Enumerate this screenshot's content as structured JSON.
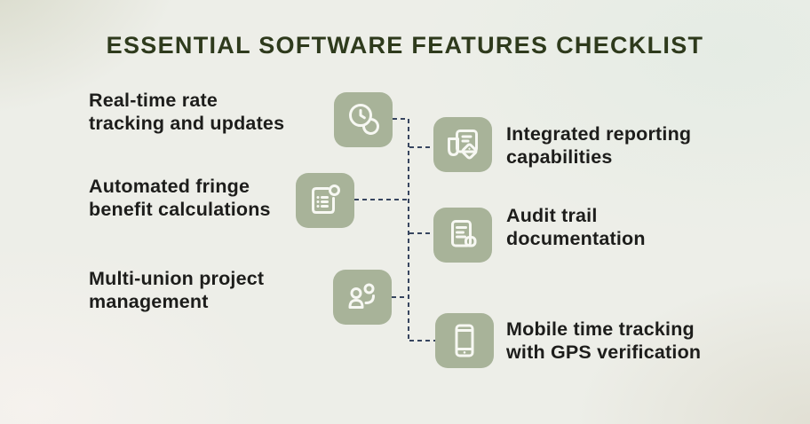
{
  "title": "ESSENTIAL SOFTWARE FEATURES CHECKLIST",
  "left_items": [
    {
      "label": "Real-time rate\ntracking and updates",
      "icon": "clock-history-icon"
    },
    {
      "label": "Automated fringe\nbenefit calculations",
      "icon": "form-checklist-icon"
    },
    {
      "label": "Multi-union project\nmanagement",
      "icon": "team-users-icon"
    }
  ],
  "right_items": [
    {
      "label": "Integrated reporting\ncapabilities",
      "icon": "report-tag-icon"
    },
    {
      "label": "Audit trail\ndocumentation",
      "icon": "receipt-document-icon"
    },
    {
      "label": "Mobile time tracking\nwith GPS verification",
      "icon": "smartphone-icon"
    }
  ],
  "colors": {
    "background": "#edeee8",
    "title": "#2e3a1c",
    "text": "#1d1d1b",
    "icon_bg": "#a8b399",
    "icon_glyph": "#f7f8f3",
    "connector": "#37455f"
  }
}
